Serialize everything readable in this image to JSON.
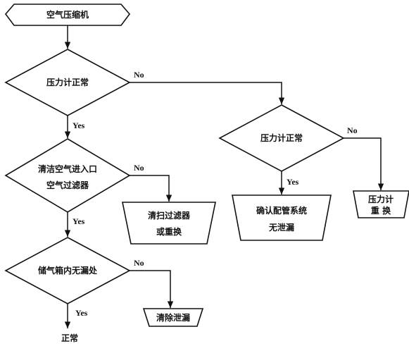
{
  "start": {
    "label": "空气压缩机"
  },
  "decision_1": {
    "label": "压力计正常",
    "no": "No",
    "yes": "Yes"
  },
  "decision_2": {
    "label": "压力计正常",
    "no": "No",
    "yes": "Yes"
  },
  "decision_3": {
    "line1": "清洁空气进入口",
    "line2": "空气过滤器",
    "no": "No",
    "yes": "Yes"
  },
  "decision_4": {
    "label": "储气箱内无漏处",
    "no": "No",
    "yes": "Yes"
  },
  "action_filter": {
    "line1": "清扫过滤器",
    "line2": "或重换"
  },
  "action_piping": {
    "line1": "确认配管系统",
    "line2": "无泄漏"
  },
  "action_gauge": {
    "line1": "压力计",
    "line2": "重 换"
  },
  "action_clean": {
    "label": "清除泄漏"
  },
  "end": {
    "label": "正常"
  }
}
